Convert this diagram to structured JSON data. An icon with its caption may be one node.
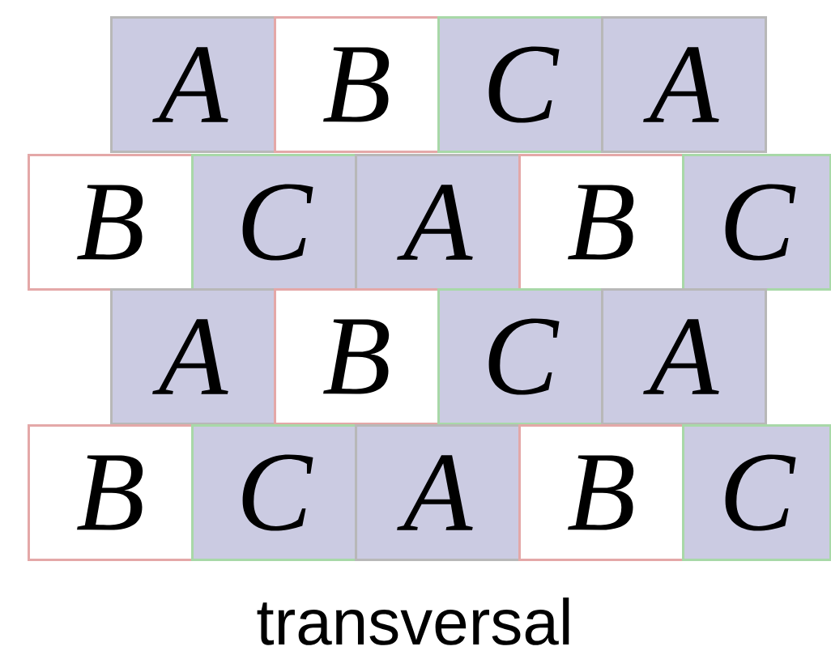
{
  "diagram": {
    "caption": "transversal",
    "nodes": [
      {
        "text": [
          "A"
        ]
      },
      {
        "text": [
          "B"
        ]
      },
      {
        "text": [
          "C"
        ]
      },
      {
        "text": [
          "A"
        ]
      },
      {
        "text": [
          "B"
        ]
      },
      {
        "text": [
          "C"
        ]
      },
      {
        "text": [
          "A"
        ]
      },
      {
        "text": [
          "B"
        ]
      },
      {
        "text": [
          "C"
        ]
      },
      {
        "text": [
          "A"
        ]
      },
      {
        "text": [
          "B"
        ]
      },
      {
        "text": [
          "C"
        ]
      },
      {
        "text": [
          "A"
        ]
      },
      {
        "text": [
          "B"
        ]
      },
      {
        "text": [
          "C"
        ]
      },
      {
        "text": [
          "A"
        ]
      },
      {
        "text": [
          "B"
        ]
      },
      {
        "text": [
          "C"
        ]
      }
    ]
  }
}
